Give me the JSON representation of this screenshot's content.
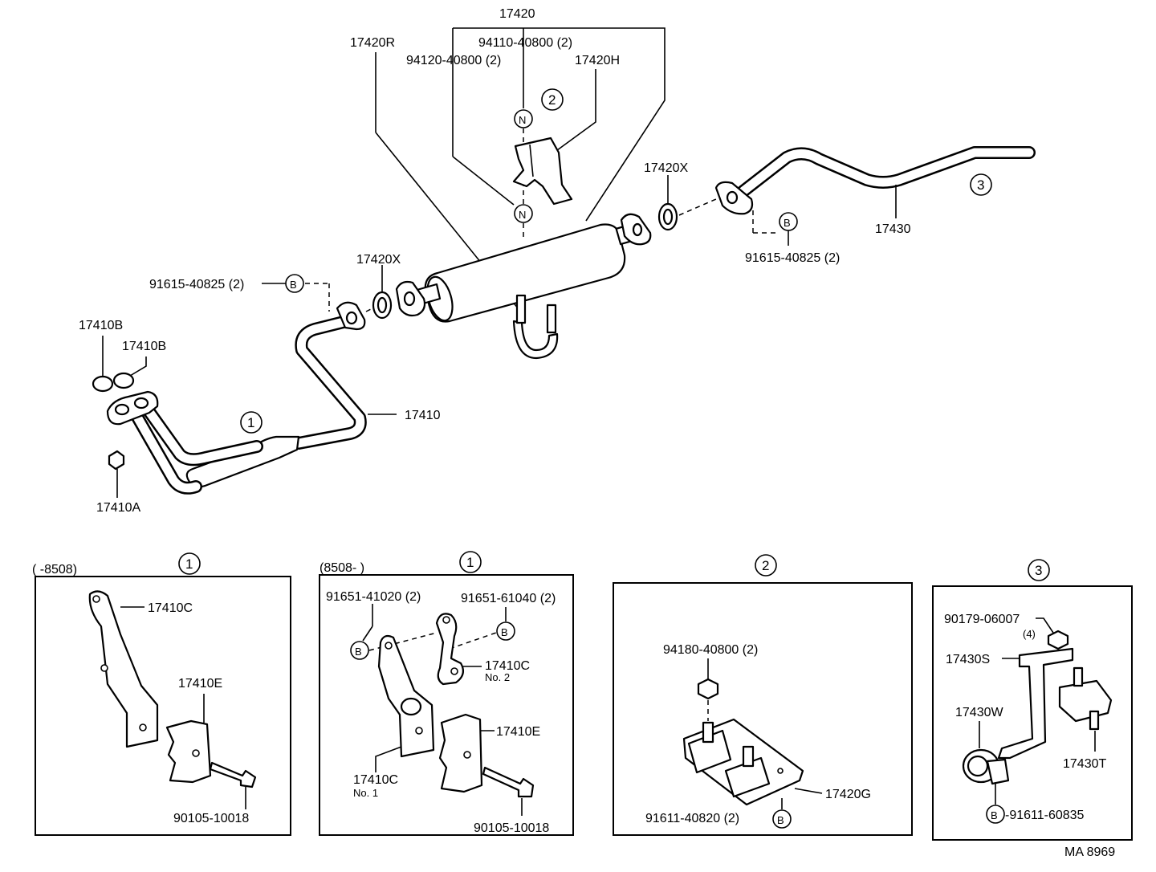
{
  "labels": {
    "p17420": "17420",
    "p17420R": "17420R",
    "p94110": "94110-40800 (2)",
    "p94120": "94120-40800 (2)",
    "p17420H": "17420H",
    "p17420X_right": "17420X",
    "p17420X_left": "17420X",
    "p91615_left": "91615-40825 (2)",
    "p91615_right": "91615-40825 (2)",
    "p17430": "17430",
    "p17410B_a": "17410B",
    "p17410B_b": "17410B",
    "p17410": "17410",
    "p17410A": "17410A",
    "ref1": "1",
    "ref2": "2",
    "ref3": "3"
  },
  "markers": {
    "N": "N",
    "B": "B"
  },
  "inset1": {
    "range": "(       -8508)",
    "ref": "1",
    "p17410C": "17410C",
    "p17410E": "17410E",
    "p90105": "90105-10018"
  },
  "inset2": {
    "range": "(8508-          )",
    "ref": "1",
    "p91651_41020": "91651-41020 (2)",
    "p91651_61040": "91651-61040 (2)",
    "p17410C_no2": "17410C",
    "no2": "No. 2",
    "p17410E": "17410E",
    "p17410C_no1": "17410C",
    "no1": "No. 1",
    "p90105": "90105-10018"
  },
  "inset3": {
    "ref": "2",
    "p94180": "94180-40800 (2)",
    "p17420G": "17420G",
    "p91611": "91611-40820 (2)"
  },
  "inset4": {
    "ref": "3",
    "p90179": "90179-06007",
    "qty": "(4)",
    "p17430S": "17430S",
    "p17430W": "17430W",
    "p17430T": "17430T",
    "p91611": "-91611-60835"
  },
  "footer": {
    "code": "MA 8969"
  }
}
